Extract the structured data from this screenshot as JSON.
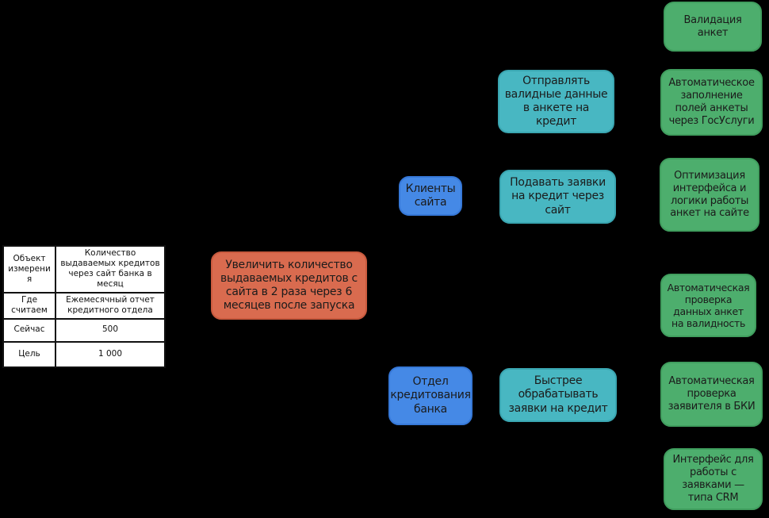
{
  "colors": {
    "background": "#000000",
    "goal_node": "#d96b4f",
    "actor_node": "#4589e6",
    "impact_node": "#48b7c2",
    "deliverable_node": "#4dae6d",
    "table_background": "#ffffff",
    "table_border": "#111111",
    "node_text": "#1b1b1b"
  },
  "metric_table": {
    "rows": [
      {
        "label": "Объект измерения",
        "value": "Количество выдаваемых кредитов через сайт банка в месяц"
      },
      {
        "label": "Где считаем",
        "value": "Ежемесячный отчет кредитного отдела"
      },
      {
        "label": "Сейчас",
        "value": "500"
      },
      {
        "label": "Цель",
        "value": "1 000"
      }
    ]
  },
  "goal": {
    "text": "Увеличить количество выдаваемых кредитов с сайта в 2 раза через 6 месяцев после запуска"
  },
  "actors": [
    {
      "id": "site-clients",
      "text": "Клиенты сайта"
    },
    {
      "id": "bank-credit-department",
      "text": "Отдел кредитования банка"
    }
  ],
  "impacts": [
    {
      "id": "send-valid-data",
      "text": "Отправлять валидные данные в анкете на кредит"
    },
    {
      "id": "apply-via-site",
      "text": "Подавать заявки на кредит через сайт"
    },
    {
      "id": "process-faster",
      "text": "Быстрее обрабатывать заявки на кредит"
    }
  ],
  "deliverables": [
    {
      "id": "form-validation",
      "text": "Валидация анкет"
    },
    {
      "id": "gosuslugi-autofill",
      "text": "Автоматическое заполнение полей анкеты через ГосУслуги"
    },
    {
      "id": "ui-logic-optimization",
      "text": "Оптимизация интерфейса и логики работы анкет на сайте"
    },
    {
      "id": "auto-data-validity-check",
      "text": "Автоматическая проверка данных анкет на валидность"
    },
    {
      "id": "bki-applicant-check",
      "text": "Автоматическая проверка заявителя в БКИ"
    },
    {
      "id": "crm-like-interface",
      "text": "Интерфейс для работы с заявками — типа CRM"
    }
  ]
}
